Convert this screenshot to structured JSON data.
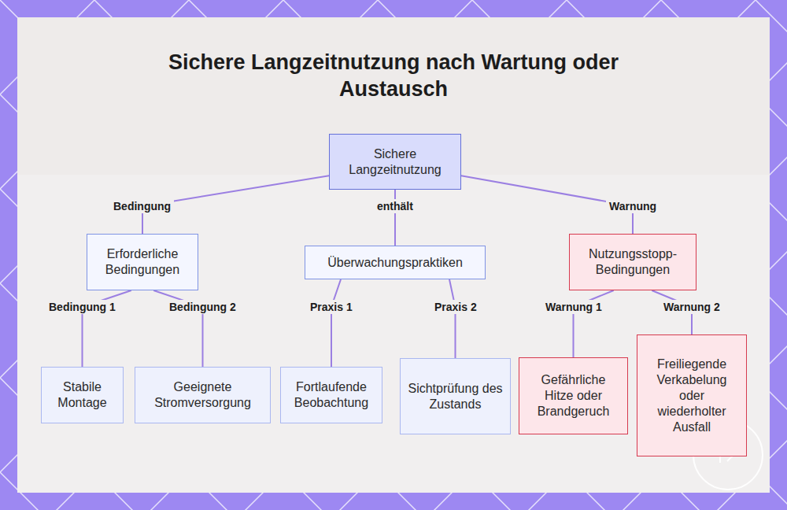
{
  "diagram": {
    "title": "Sichere Langzeitnutzung nach Wartung oder Austausch",
    "nodes": [
      {
        "text": [
          "Sichere Langzeitnutzung"
        ]
      },
      {
        "text": [
          "Erforderliche Bedingungen"
        ]
      },
      {
        "text": [
          "Überwachungspraktiken"
        ]
      },
      {
        "text": [
          "Nutzungsstopp-Bedingungen"
        ]
      },
      {
        "text": [
          "Stabile Montage"
        ]
      },
      {
        "text": [
          "Geeignete Stromversorgung"
        ]
      },
      {
        "text": [
          "Fortlaufende Beobachtung"
        ]
      },
      {
        "text": [
          "Sichtprüfung des Zustands"
        ]
      },
      {
        "text": [
          "Gefährliche Hitze oder Brandgeruch"
        ]
      },
      {
        "text": [
          "Freiliegende Verkabelung oder wiederholter Ausfall"
        ]
      }
    ],
    "edges": [
      {
        "from": 0,
        "to": 1,
        "label": "Bedingung",
        "arrow": "none"
      },
      {
        "from": 0,
        "to": 2,
        "label": "enthält",
        "arrow": "none"
      },
      {
        "from": 0,
        "to": 3,
        "label": "Warnung",
        "arrow": "none"
      },
      {
        "from": 1,
        "to": 4,
        "label": "Bedingung 1",
        "arrow": "none"
      },
      {
        "from": 1,
        "to": 5,
        "label": "Bedingung 2",
        "arrow": "none"
      },
      {
        "from": 2,
        "to": 6,
        "label": "Praxis 1",
        "arrow": "none"
      },
      {
        "from": 2,
        "to": 7,
        "label": "Praxis 2",
        "arrow": "none"
      },
      {
        "from": 3,
        "to": 8,
        "label": "Warnung 1",
        "arrow": "none"
      },
      {
        "from": 3,
        "to": 9,
        "label": "Warnung 2",
        "arrow": "none"
      }
    ]
  }
}
